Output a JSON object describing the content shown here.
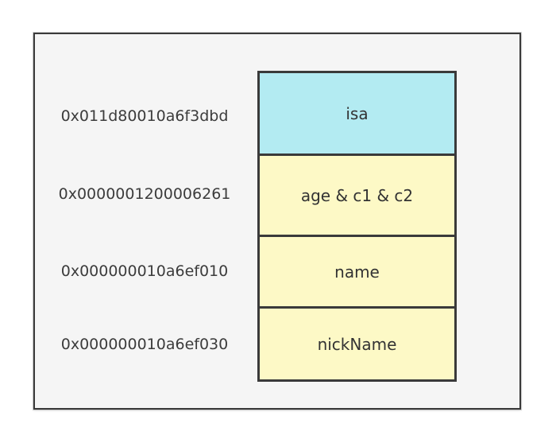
{
  "colors": {
    "isa_fill": "#b3ebf2",
    "ivar_fill": "#fdf9c6",
    "border": "#3a3a3a",
    "frame_bg": "#f5f5f5"
  },
  "rows": [
    {
      "address": "0x011d80010a6f3dbd",
      "label": "isa"
    },
    {
      "address": "0x0000001200006261",
      "label": "age & c1 & c2"
    },
    {
      "address": "0x000000010a6ef010",
      "label": "name"
    },
    {
      "address": "0x000000010a6ef030",
      "label": "nickName"
    }
  ]
}
